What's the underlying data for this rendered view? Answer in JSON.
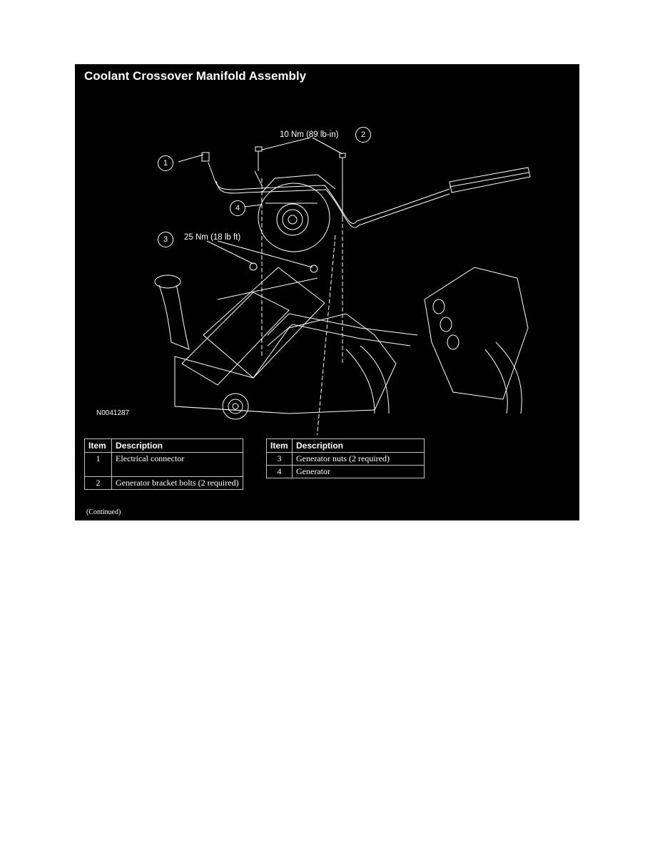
{
  "document": {
    "title": "Coolant Crossover Manifold Assembly",
    "figure": {
      "id": "N0041287",
      "callouts": [
        {
          "number": "1",
          "label": "Electrical connector"
        },
        {
          "number": "2",
          "torque": "10 Nm (89 lb-in)"
        },
        {
          "number": "3",
          "torque": "25 Nm (18 lb ft)"
        },
        {
          "number": "4",
          "label": "Generator"
        }
      ]
    },
    "tables": [
      {
        "headers": [
          "Item",
          "Description"
        ],
        "rows": [
          {
            "item": "1",
            "description": "Electrical connector"
          },
          {
            "item": "2",
            "description": "Generator bracket bolts (2 required)"
          }
        ]
      },
      {
        "headers": [
          "Item",
          "Description"
        ],
        "rows": [
          {
            "item": "3",
            "description": "Generator nuts (2 required)"
          },
          {
            "item": "4",
            "description": "Generator"
          }
        ]
      }
    ],
    "continued_note": "(Continued)"
  }
}
